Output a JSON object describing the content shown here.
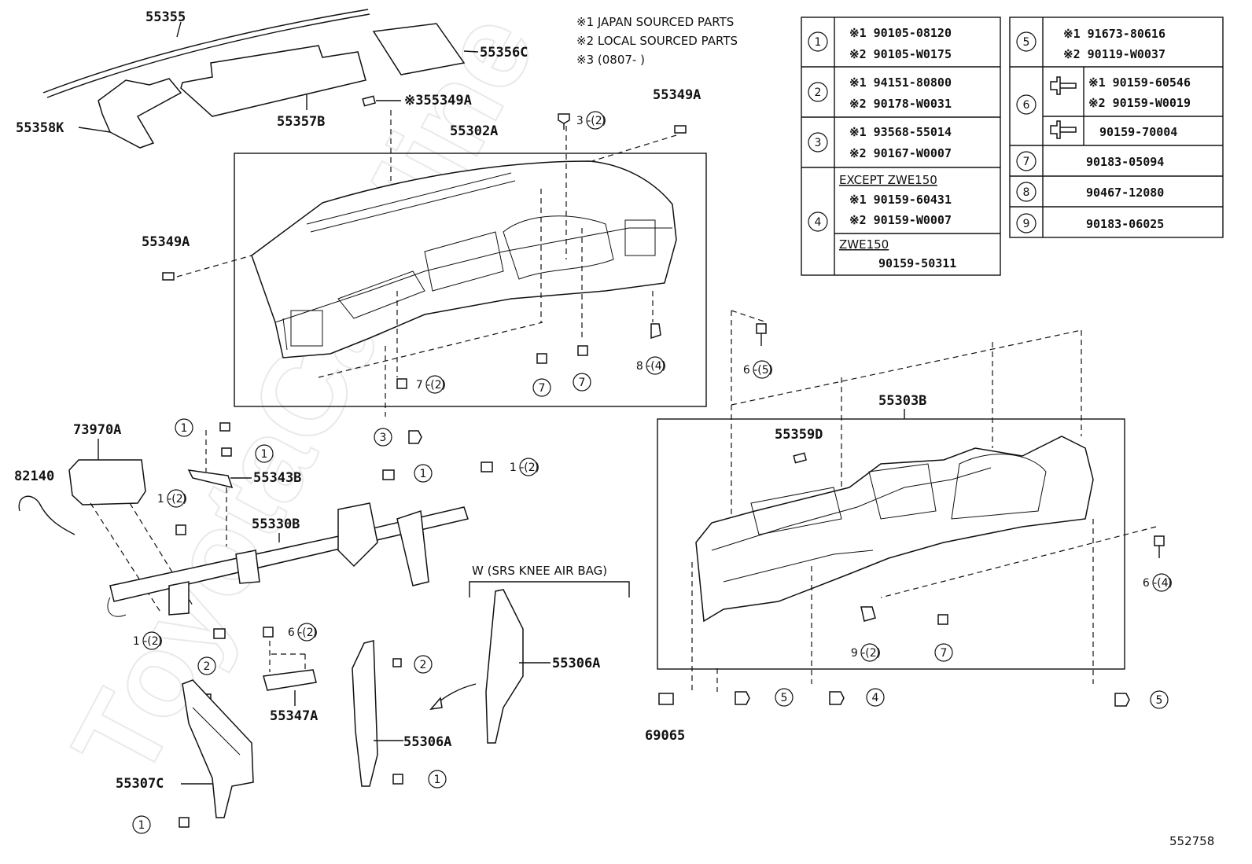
{
  "watermark": "ToyotaCarMine",
  "notes": {
    "n1": "※1 JAPAN SOURCED PARTS",
    "n2": "※2 LOCAL SOURCED PARTS",
    "n3": "※3 (0807-        )"
  },
  "parts": {
    "p55355": "55355",
    "p55356C": "55356C",
    "p55358K": "55358K",
    "p55357B": "55357B",
    "p55349A_a": "※355349A",
    "p55349A_b": "55349A",
    "p55349A_c": "55349A",
    "p55302A": "55302A",
    "p55303B": "55303B",
    "p55359D": "55359D",
    "p73970A": "73970A",
    "p82140": "82140",
    "p55343B": "55343B",
    "p55330B": "55330B",
    "p55347A": "55347A",
    "p55306A_a": "55306A",
    "p55306A_b": "55306A",
    "p55307C": "55307C",
    "p69065": "69065",
    "knee": "W (SRS KNEE AIR BAG)"
  },
  "callouts": {
    "c3_2": "3 -(2)",
    "c7_2a": "7 -(2)",
    "c7a": "7",
    "c7b": "7",
    "c8_4": "8 -(4)",
    "c3": "3",
    "c6_5": "6 -(5)",
    "c1a": "1",
    "c1b": "1",
    "c1_2a": "1 -(2)",
    "c1c": "1",
    "c1_2b": "1 -(2)",
    "c1_2c": "1 -(2)",
    "c6_2": "6 -(2)",
    "c2a": "2",
    "c2b": "2",
    "c1d": "1",
    "c1e": "1",
    "c6_4": "6 -(4)",
    "c9_2": "9 -(2)",
    "c7c": "7",
    "c5a": "5",
    "c4": "4",
    "c5b": "5"
  },
  "table_left": {
    "r1": {
      "no": "1",
      "l1": "※1  90105-08120",
      "l2": "※2  90105-W0175"
    },
    "r2": {
      "no": "2",
      "l1": "※1  94151-80800",
      "l2": "※2  90178-W0031"
    },
    "r3": {
      "no": "3",
      "l1": "※1  93568-55014",
      "l2": "※2  90167-W0007"
    },
    "r4": {
      "no": "4",
      "h1": "EXCEPT ZWE150",
      "l1": "※1  90159-60431",
      "l2": "※2  90159-W0007",
      "h2": "ZWE150",
      "l3": "90159-50311"
    }
  },
  "table_right": {
    "r5": {
      "no": "5",
      "l1": "※1  91673-80616",
      "l2": "※2  90119-W0037"
    },
    "r6": {
      "no": "6",
      "l1": "※1  90159-60546",
      "l2": "※2  90159-W0019",
      "l3": "90159-70004"
    },
    "r7": {
      "no": "7",
      "l1": "90183-05094"
    },
    "r8": {
      "no": "8",
      "l1": "90467-12080"
    },
    "r9": {
      "no": "9",
      "l1": "90183-06025"
    }
  },
  "diagram_id": "552758"
}
